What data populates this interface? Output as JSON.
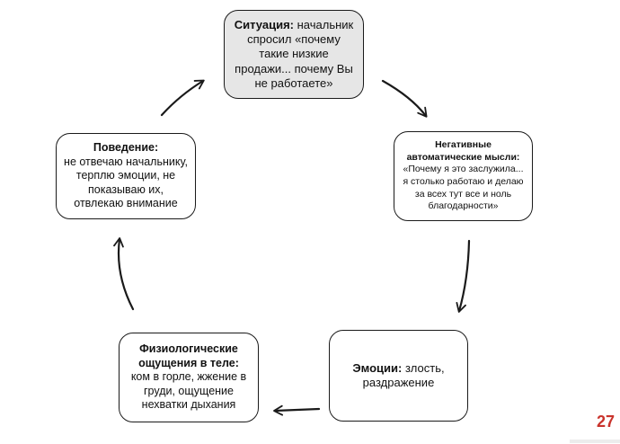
{
  "diagram": {
    "nodes": [
      {
        "id": "situation",
        "title": "Ситуация:",
        "text": "начальник спросил «почему такие низкие продажи... почему Вы не работаете»",
        "fill": "#e6e6e6"
      },
      {
        "id": "thoughts",
        "title": "Негативные автоматические мысли:",
        "text": "«Почему я это заслужила... я столько работаю и делаю за всех тут все и ноль благодарности»",
        "fill": "#ffffff"
      },
      {
        "id": "emotions",
        "title": "Эмоции:",
        "text": "злость, раздражение",
        "fill": "#ffffff"
      },
      {
        "id": "physiology",
        "title": "Физиологические ощущения в теле:",
        "text": "ком в горле, жжение в груди, ощущение нехватки дыхания",
        "fill": "#ffffff"
      },
      {
        "id": "behavior",
        "title": "Поведение:",
        "text": "не отвечаю начальнику, терплю эмоции, не показываю их, отвлекаю внимание",
        "fill": "#ffffff"
      }
    ],
    "edges": [
      {
        "from": "situation",
        "to": "thoughts"
      },
      {
        "from": "thoughts",
        "to": "emotions"
      },
      {
        "from": "emotions",
        "to": "physiology"
      },
      {
        "from": "physiology",
        "to": "behavior"
      },
      {
        "from": "behavior",
        "to": "situation"
      }
    ]
  },
  "page_number": "27",
  "colors": {
    "accent": "#c9332c",
    "stroke": "#1a1a1a",
    "highlight_fill": "#e6e6e6"
  }
}
